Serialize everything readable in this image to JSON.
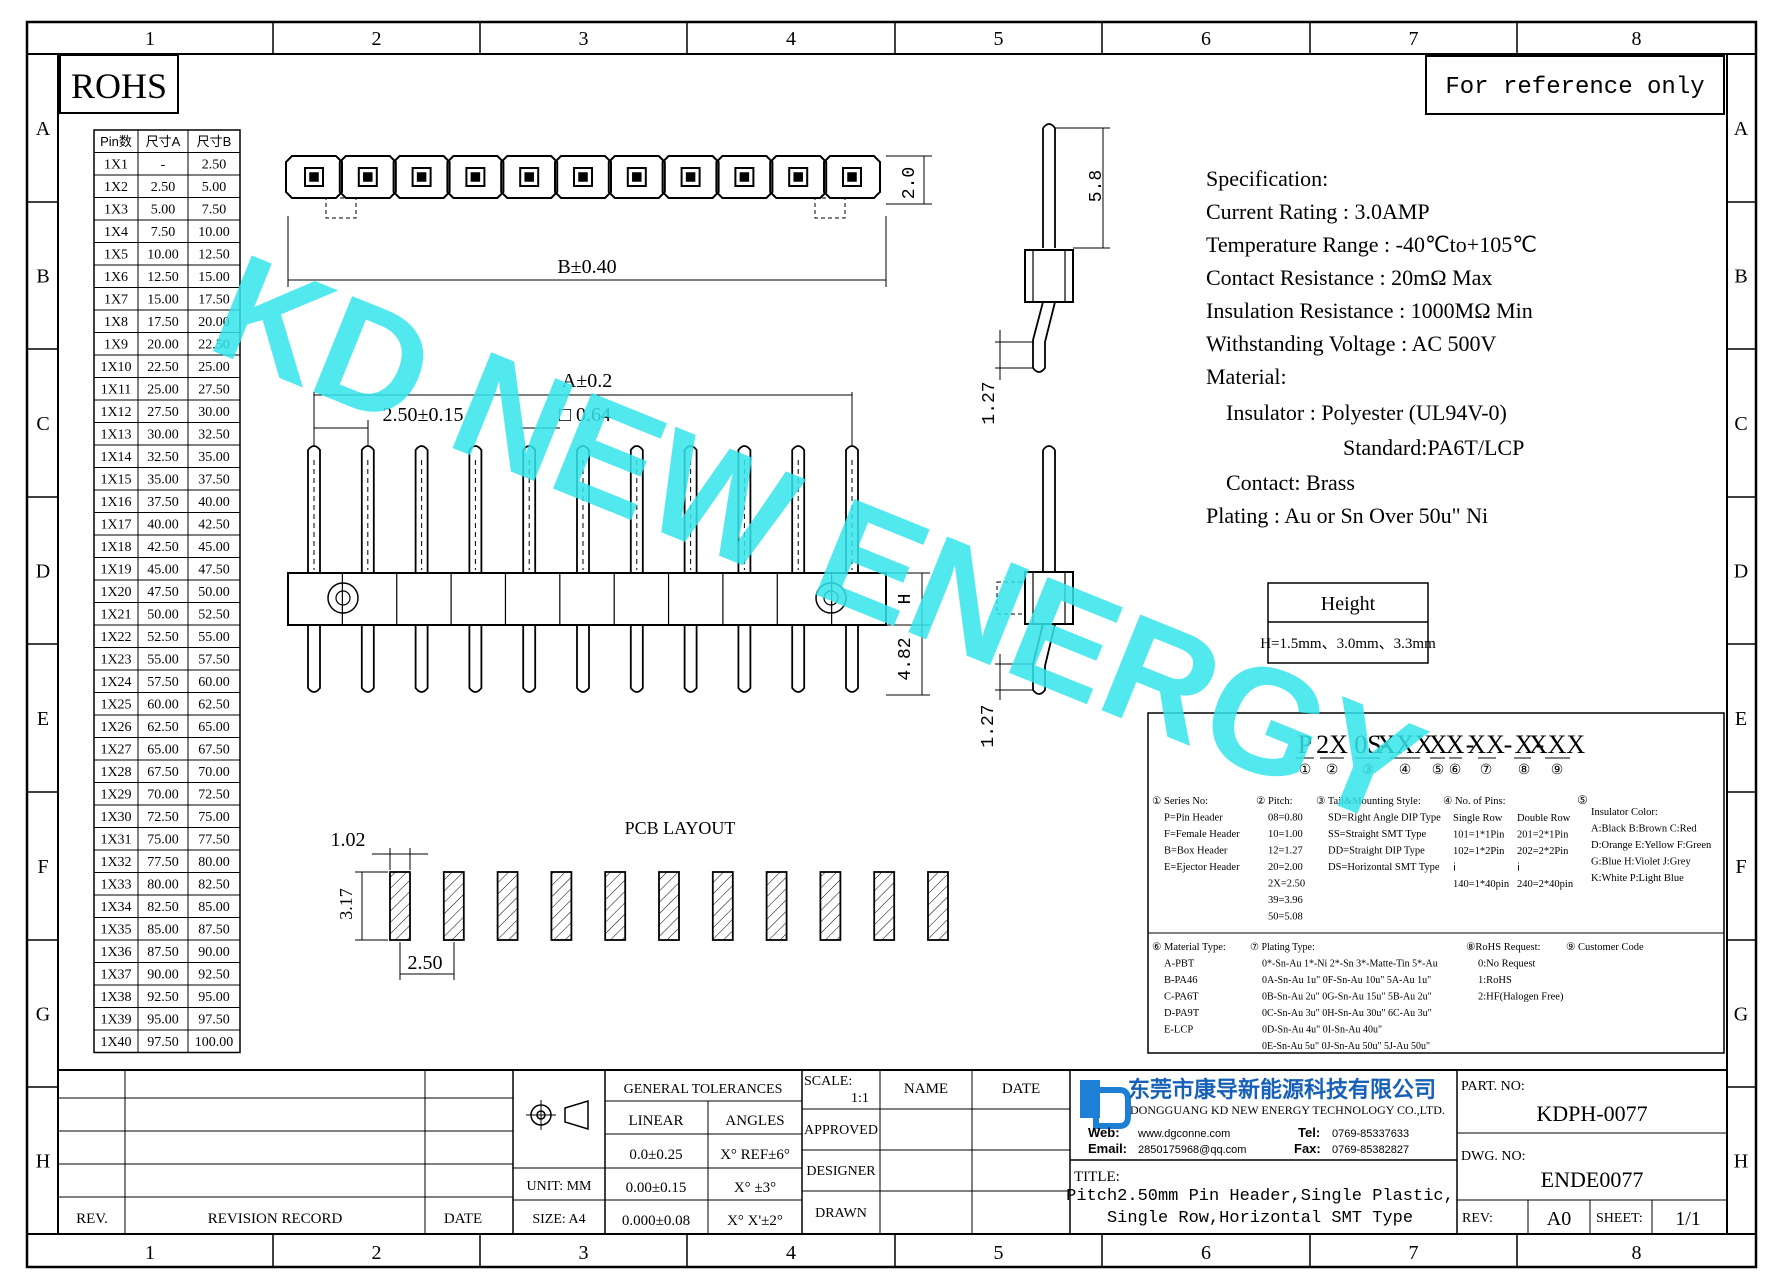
{
  "grid": {
    "columns": [
      "1",
      "2",
      "3",
      "4",
      "5",
      "6",
      "7",
      "8"
    ],
    "rows": [
      "A",
      "B",
      "C",
      "D",
      "E",
      "F",
      "G",
      "H"
    ]
  },
  "rohs": "ROHS",
  "reference_note": "For reference only",
  "watermark": "KD NEW ENERGY",
  "pin_table": {
    "headers": [
      "Pin数",
      "尺寸A",
      "尺寸B"
    ],
    "rows": [
      [
        "1X1",
        "-",
        "2.50"
      ],
      [
        "1X2",
        "2.50",
        "5.00"
      ],
      [
        "1X3",
        "5.00",
        "7.50"
      ],
      [
        "1X4",
        "7.50",
        "10.00"
      ],
      [
        "1X5",
        "10.00",
        "12.50"
      ],
      [
        "1X6",
        "12.50",
        "15.00"
      ],
      [
        "1X7",
        "15.00",
        "17.50"
      ],
      [
        "1X8",
        "17.50",
        "20.00"
      ],
      [
        "1X9",
        "20.00",
        "22.50"
      ],
      [
        "1X10",
        "22.50",
        "25.00"
      ],
      [
        "1X11",
        "25.00",
        "27.50"
      ],
      [
        "1X12",
        "27.50",
        "30.00"
      ],
      [
        "1X13",
        "30.00",
        "32.50"
      ],
      [
        "1X14",
        "32.50",
        "35.00"
      ],
      [
        "1X15",
        "35.00",
        "37.50"
      ],
      [
        "1X16",
        "37.50",
        "40.00"
      ],
      [
        "1X17",
        "40.00",
        "42.50"
      ],
      [
        "1X18",
        "42.50",
        "45.00"
      ],
      [
        "1X19",
        "45.00",
        "47.50"
      ],
      [
        "1X20",
        "47.50",
        "50.00"
      ],
      [
        "1X21",
        "50.00",
        "52.50"
      ],
      [
        "1X22",
        "52.50",
        "55.00"
      ],
      [
        "1X23",
        "55.00",
        "57.50"
      ],
      [
        "1X24",
        "57.50",
        "60.00"
      ],
      [
        "1X25",
        "60.00",
        "62.50"
      ],
      [
        "1X26",
        "62.50",
        "65.00"
      ],
      [
        "1X27",
        "65.00",
        "67.50"
      ],
      [
        "1X28",
        "67.50",
        "70.00"
      ],
      [
        "1X29",
        "70.00",
        "72.50"
      ],
      [
        "1X30",
        "72.50",
        "75.00"
      ],
      [
        "1X31",
        "75.00",
        "77.50"
      ],
      [
        "1X32",
        "77.50",
        "80.00"
      ],
      [
        "1X33",
        "80.00",
        "82.50"
      ],
      [
        "1X34",
        "82.50",
        "85.00"
      ],
      [
        "1X35",
        "85.00",
        "87.50"
      ],
      [
        "1X36",
        "87.50",
        "90.00"
      ],
      [
        "1X37",
        "90.00",
        "92.50"
      ],
      [
        "1X38",
        "92.50",
        "95.00"
      ],
      [
        "1X39",
        "95.00",
        "97.50"
      ],
      [
        "1X40",
        "97.50",
        "100.00"
      ]
    ]
  },
  "dims": {
    "top_height": "2.0",
    "b_length": "B±0.40",
    "pin_length": "5.8",
    "a_length": "A±0.2",
    "pitch": "2.50±0.15",
    "pin_square": "□ 0.64",
    "h_label": "H",
    "tail_length": "4.82",
    "side_offset_1": "1.27",
    "side_offset_2": "1.27"
  },
  "pcb": {
    "title": "PCB LAYOUT",
    "pad_width": "1.02",
    "pad_height": "3.17",
    "pad_pitch": "2.50"
  },
  "spec": {
    "lines": [
      "Specification:",
      "Current Rating : 3.0AMP",
      "Temperature Range : -40℃to+105℃",
      "Contact Resistance : 20mΩ Max",
      "Insulation Resistance : 1000MΩ Min",
      "Withstanding Voltage : AC 500V",
      "Material:",
      "Insulator : Polyester (UL94V-0)",
      "Standard:PA6T/LCP",
      "Contact: Brass",
      "Plating : Au or Sn Over 50u\" Ni"
    ]
  },
  "height_box": {
    "title": "Height",
    "value": "H=1.5mm、3.0mm、3.3mm"
  },
  "part_code": {
    "segments": [
      "P",
      "2X",
      "0S",
      "-",
      "XXX",
      "X",
      "X",
      "-",
      "XX",
      "-",
      "X",
      "-",
      "XXX"
    ],
    "markers": [
      "①",
      "②",
      "③",
      "④",
      "⑤",
      "⑥",
      "⑦",
      "⑧",
      "⑨"
    ],
    "series": [
      "① Series No:",
      "P=Pin Header",
      "F=Female Header",
      "B=Box Header",
      "E=Ejector Header"
    ],
    "pitch": [
      "② Pitch:",
      "08=0.80",
      "10=1.00",
      "12=1.27",
      "20=2.00",
      "2X=2.50",
      "39=3.96",
      "50=5.08"
    ],
    "tail": [
      "③ Tail&Mounting Style:",
      "SD=Right Angle DIP Type",
      "SS=Straight SMT Type",
      "DD=Straight DIP Type",
      "DS=Horizontal SMT Type"
    ],
    "pins": [
      "④ No. of Pins:",
      "Single Row",
      "101=1*1Pin",
      "102=1*2Pin",
      "ⅰ",
      "140=1*40pin",
      "Double Row",
      "201=2*1Pin",
      "202=2*2Pin",
      "ⅰ",
      "240=2*40pin"
    ],
    "color": [
      "⑤",
      "Insulator Color:",
      "A:Black B:Brown C:Red",
      "D:Orange E:Yellow F:Green",
      "G:Blue H:Violet J:Grey",
      "K:White P:Light Blue"
    ],
    "material": [
      "⑥ Material Type:",
      "A-PBT",
      "B-PA46",
      "C-PA6T",
      "D-PA9T",
      "E-LCP"
    ],
    "plating": [
      "⑦ Plating Type:",
      "0*-Sn-Au 1*-Ni 2*-Sn 3*-Matte-Tin 5*-Au",
      "0A-Sn-Au 1u\" 0F-Sn-Au 10u\" 5A-Au 1u\"",
      "0B-Sn-Au 2u\" 0G-Sn-Au 15u\" 5B-Au 2u\"",
      "0C-Sn-Au 3u\" 0H-Sn-Au 30u\" 6C-Au 3u\"",
      "0D-Sn-Au 4u\" 0I-Sn-Au 40u\"",
      "0E-Sn-Au 5u\" 0J-Sn-Au 50u\" 5J-Au 50u\""
    ],
    "rohs": [
      "⑧RoHS Request:",
      "0:No Request",
      "1:RoHS",
      "2:HF(Halogen Free)"
    ],
    "customer": [
      "⑨ Customer Code"
    ]
  },
  "title_block": {
    "rev_label": "REV.",
    "revision_record": "REVISION RECORD",
    "date_label": "DATE",
    "general_tolerances": "GENERAL TOLERANCES",
    "linear": "LINEAR",
    "angles": "ANGLES",
    "tol_rows": [
      [
        "0.0±0.25",
        "X° REF±6°"
      ],
      [
        "0.00±0.15",
        "X° ±3°"
      ],
      [
        "0.000±0.08",
        "X° X'±2°"
      ]
    ],
    "unit": "UNIT: MM",
    "size": "SIZE: A4",
    "scale_label": "SCALE:",
    "scale_value": "1:1",
    "name": "NAME",
    "date": "DATE",
    "approved": "APPROVED",
    "designer": "DESIGNER",
    "drawn": "DRAWN",
    "company_cn": "东莞市康导新能源科技有限公司",
    "company_en": "DONGGUANG KD NEW ENERGY TECHNOLOGY CO.,LTD.",
    "web_label": "Web:",
    "web": "www.dgconne.com",
    "tel_label": "Tel:",
    "tel": "0769-85337633",
    "email_label": "Email:",
    "email": "2850175968@qq.com",
    "fax_label": "Fax:",
    "fax": "0769-85382827",
    "title_label": "TITLE:",
    "title_line1": "Pitch2.50mm Pin Header,Single Plastic,",
    "title_line2": "Single Row,Horizontal SMT Type",
    "part_no_label": "PART. NO:",
    "part_no": "KDPH-0077",
    "dwg_no_label": "DWG. NO:",
    "dwg_no": "ENDE0077",
    "rev_field_label": "REV:",
    "rev_value": "A0",
    "sheet_label": "SHEET:",
    "sheet_value": "1/1"
  }
}
